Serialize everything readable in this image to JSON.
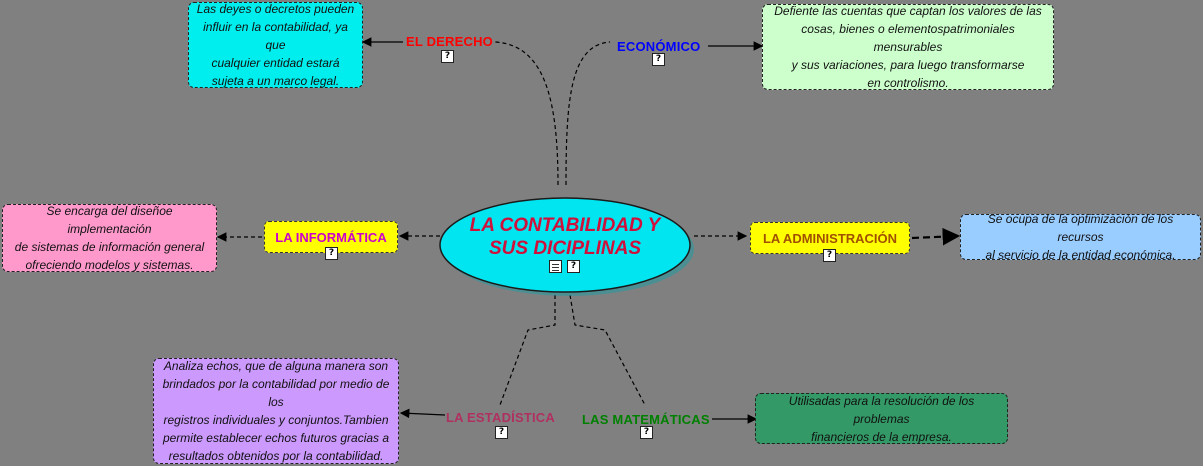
{
  "central": {
    "line1": "LA CONTABILIDAD Y",
    "line2": "SUS DICIPLINAS"
  },
  "branches": {
    "derecho": {
      "label": "EL DERECHO",
      "note": [
        "Las deyes o decretos pueden",
        "influir en la contabilidad, ya que",
        "cualquier entidad estará",
        "sujeta a un marco legal."
      ]
    },
    "economico": {
      "label": "ECONÓMICO",
      "note": [
        "Defiente las cuentas que captan los valores de las",
        "cosas, bienes o elementospatrimoniales mensurables",
        "y sus variaciones, para luego transformarse",
        "en controlismo."
      ]
    },
    "informatica": {
      "label": "LA INFORMÁTICA",
      "note": [
        "Se encarga del diseñoe implementación",
        "de sistemas de información general",
        "ofreciendo modelos y sistemas."
      ]
    },
    "administracion": {
      "label": "LA ADMINISTRACIÓN",
      "note": [
        "Se ocupa de la optimización de los recursos",
        "al servicio de la entidad económica."
      ]
    },
    "estadistica": {
      "label": "LA ESTADÍSTICA",
      "note": [
        "Analiza echos, que de alguna manera son",
        "brindados por la contabilidad por medio de los",
        "registros  individuales y conjuntos.Tambien",
        "permite establecer echos futuros gracias a",
        "resultados obtenidos por la contabilidad."
      ]
    },
    "matematicas": {
      "label": "LAS MATEMÁTICAS",
      "note": [
        "Utilisadas para la resolución de los problemas",
        "financieros de la empresa."
      ]
    }
  },
  "icons": {
    "help": "?"
  },
  "colors": {
    "background": "#808080",
    "central_fill": "#00e5f0",
    "derecho_label": "#ff0000",
    "economico_label": "#0000ff",
    "informatica_label": "#cc00cc",
    "administracion_label": "#a05000",
    "estadistica_label": "#b03060",
    "matematicas_label": "#008000",
    "note_derecho": "#00eeee",
    "note_economico": "#ccffcc",
    "note_informatica": "#ff99cc",
    "note_administracion": "#99ccff",
    "note_estadistica": "#cc99ff",
    "note_matematicas": "#339966"
  }
}
